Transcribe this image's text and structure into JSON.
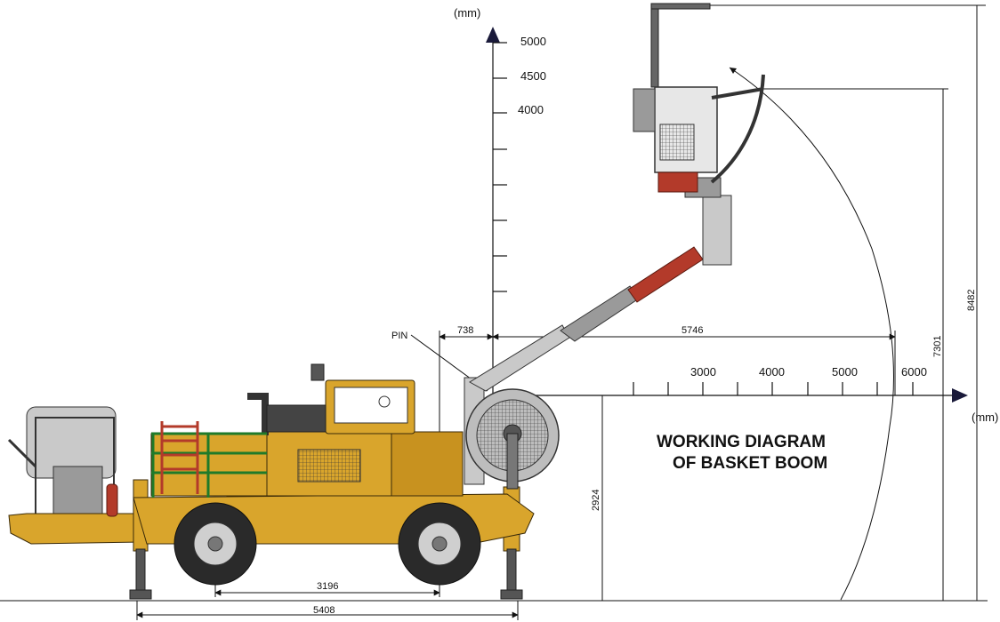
{
  "title": {
    "line1": "WORKING DIAGRAM",
    "line2": "OF BASKET BOOM"
  },
  "units": {
    "y": "(mm)",
    "x": "(mm)"
  },
  "y_axis_ticks": [
    "5000",
    "4500",
    "4000"
  ],
  "x_axis_ticks": [
    "3000",
    "4000",
    "5000",
    "6000"
  ],
  "dimensions": {
    "offset_738": "738",
    "reach_5746": "5746",
    "height_8482": "8482",
    "height_7301": "7301",
    "height_2924": "2924",
    "wheelbase_3196": "3196",
    "length_5408": "5408"
  },
  "callouts": {
    "pin": "PIN"
  },
  "colors": {
    "body": "#d9a52c",
    "boom_grey": "#9a9a9a",
    "boom_red": "#b33a2a",
    "rail_green": "#1f7a2a"
  }
}
